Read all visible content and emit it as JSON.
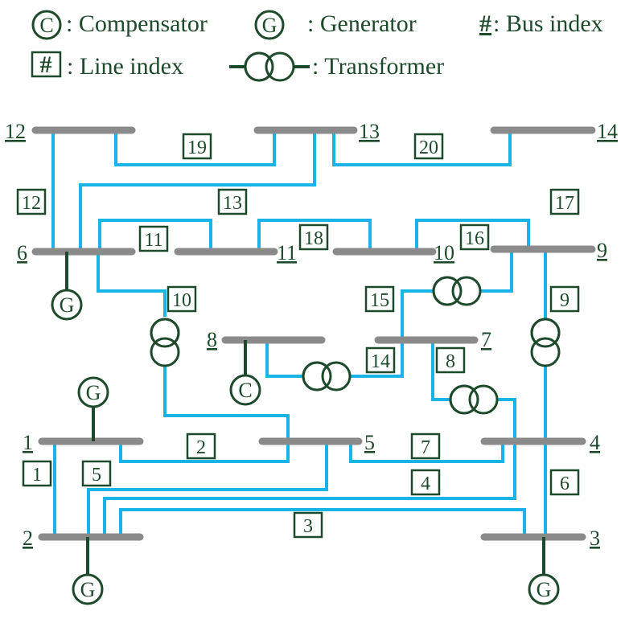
{
  "legend": {
    "compensator_symbol": "C",
    "compensator_label": ": Compensator",
    "generator_symbol": "G",
    "generator_label": ": Generator",
    "bus_index_symbol": "#",
    "bus_index_label": ": Bus index",
    "line_index_symbol": "#",
    "line_index_label": ": Line index",
    "transformer_label": ": Transformer"
  },
  "buses": [
    "1",
    "2",
    "3",
    "4",
    "5",
    "6",
    "7",
    "8",
    "9",
    "10",
    "11",
    "12",
    "13",
    "14"
  ],
  "lines": [
    "1",
    "2",
    "3",
    "4",
    "5",
    "6",
    "7",
    "8",
    "9",
    "10",
    "11",
    "12",
    "13",
    "14",
    "15",
    "16",
    "17",
    "18",
    "19",
    "20"
  ],
  "generator_label": "G",
  "compensator_label": "C",
  "colors": {
    "bus_bar": "#8a8a8a",
    "line": "#1ab3e6",
    "ink": "#1e4a2c"
  }
}
